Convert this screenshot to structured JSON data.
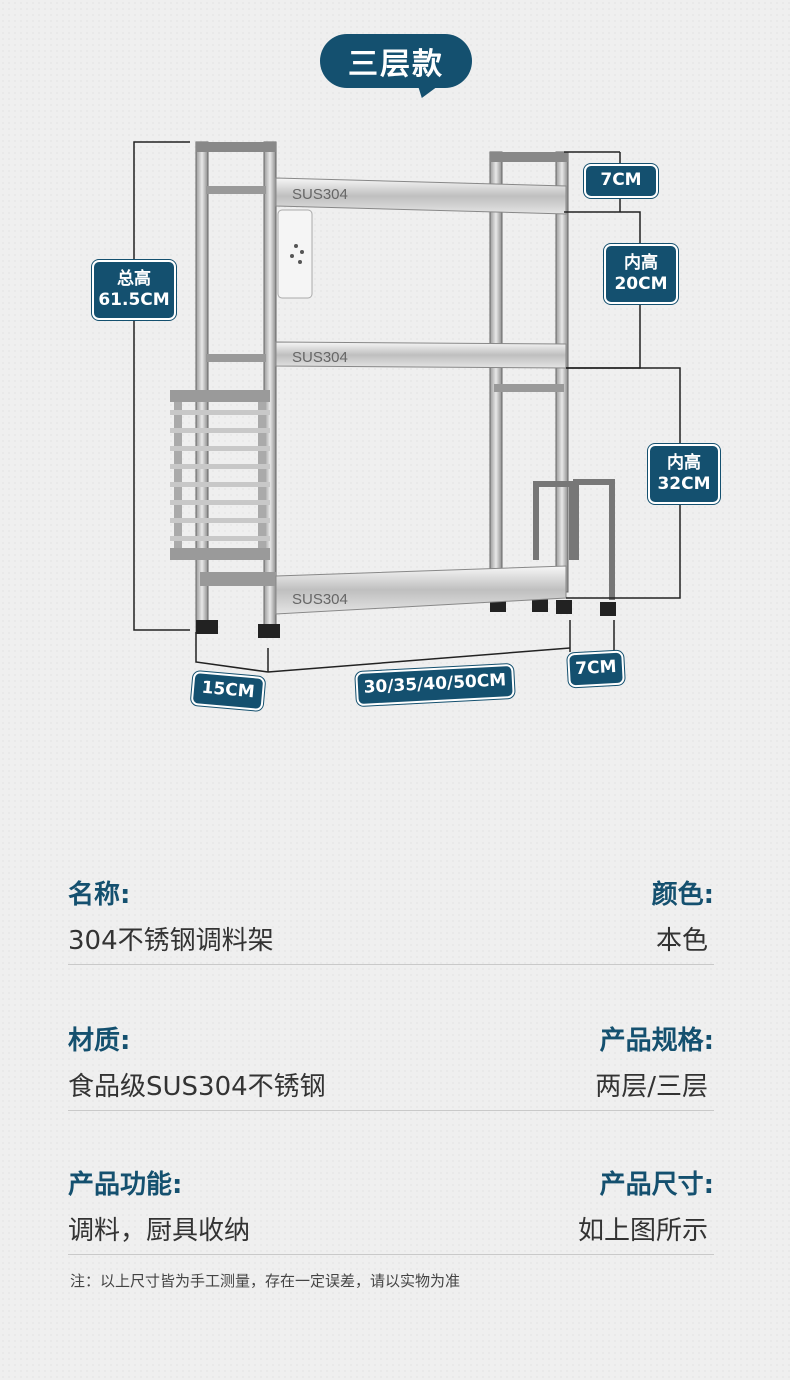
{
  "header": {
    "title": "三层款"
  },
  "dimensions": {
    "top_depth": "7CM",
    "inner_height_upper": {
      "label": "内高",
      "value": "20CM"
    },
    "inner_height_lower": {
      "label": "内高",
      "value": "32CM"
    },
    "total_height": {
      "label": "总高",
      "value": "61.5CM"
    },
    "side_depth": "15CM",
    "width": "30/35/40/50CM",
    "bottom_depth": "7CM"
  },
  "rack_labels": [
    "SUS304",
    "SUS304",
    "SUS304"
  ],
  "specs": [
    {
      "left_label": "名称:",
      "left_value": "304不锈钢调料架",
      "right_label": "颜色:",
      "right_value": "本色"
    },
    {
      "left_label": "材质:",
      "left_value": "食品级SUS304不锈钢",
      "right_label": "产品规格:",
      "right_value": "两层/三层"
    },
    {
      "left_label": "产品功能:",
      "left_value": "调料，厨具收纳",
      "right_label": "产品尺寸:",
      "right_value": "如上图所示"
    }
  ],
  "note": "注：以上尺寸皆为手工测量，存在一定误差，请以实物为准",
  "colors": {
    "accent": "#14506f",
    "background": "#efefef"
  }
}
